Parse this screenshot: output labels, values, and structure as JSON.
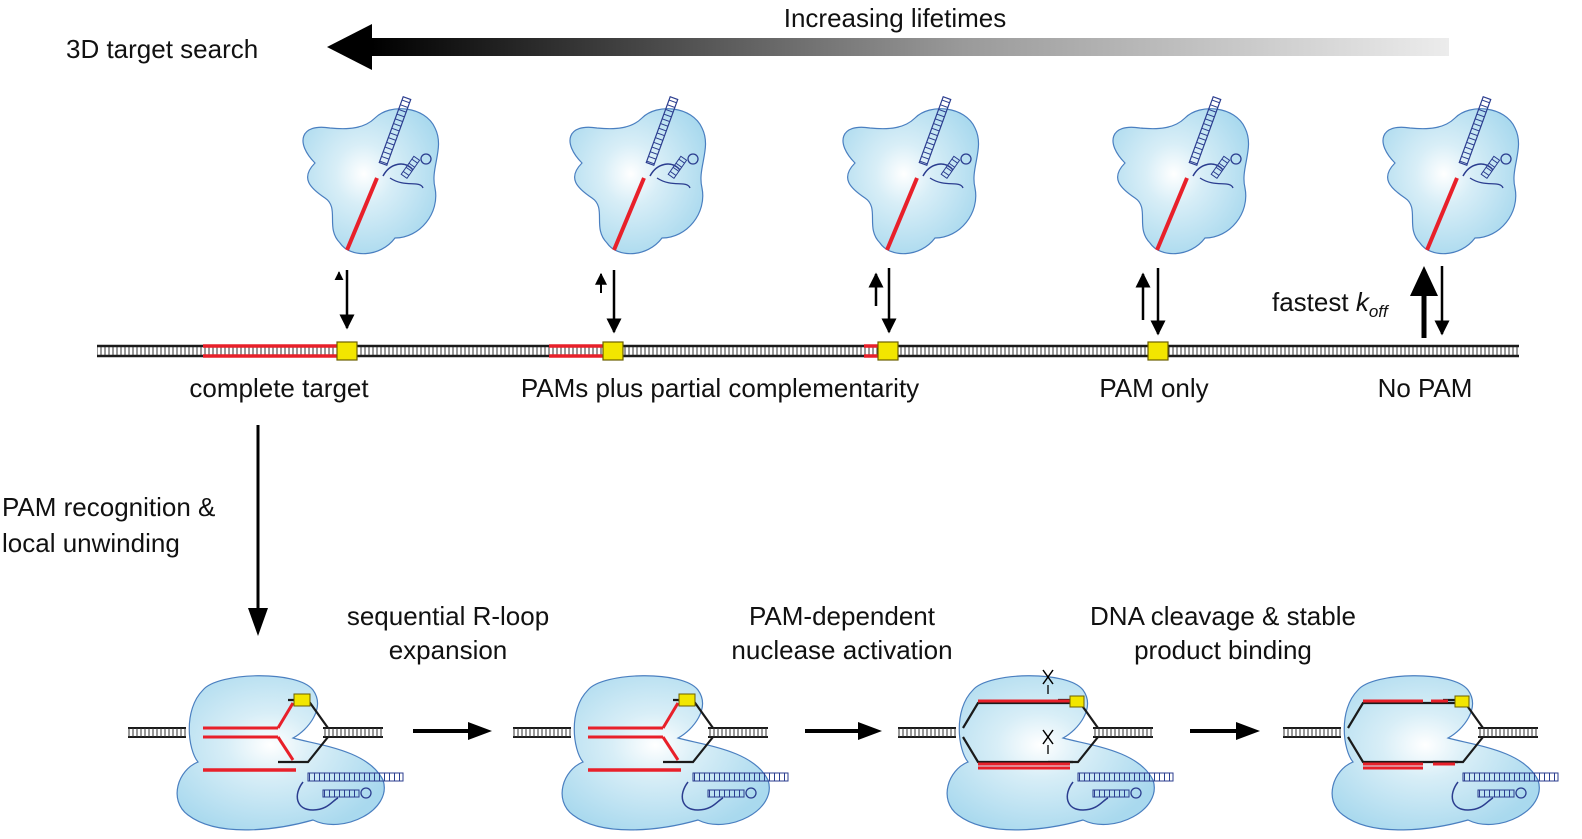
{
  "title": "Increasing lifetimes",
  "search_label": "3D target search",
  "top_states": [
    {
      "label": "complete target"
    },
    {
      "label": "PAMs plus partial complementarity"
    },
    {
      "label": "PAM only"
    },
    {
      "label": "No PAM"
    }
  ],
  "koff_label": {
    "prefix": "fastest ",
    "k": "k",
    "sub": "off"
  },
  "left_step": {
    "line1": "PAM recognition &",
    "line2": "local unwinding"
  },
  "steps": [
    {
      "line1": "sequential R-loop",
      "line2": "expansion"
    },
    {
      "line1": "PAM-dependent",
      "line2": "nuclease activation"
    },
    {
      "line1": "DNA cleavage & stable",
      "line2": "product binding"
    }
  ],
  "colors": {
    "protein_fill": "#bfe3f2",
    "protein_stroke": "#4a7fc0",
    "rna": "#2b3d8f",
    "target_dna": "#e8202a",
    "pam": "#f2e600",
    "dna": "#1a1a1a"
  }
}
